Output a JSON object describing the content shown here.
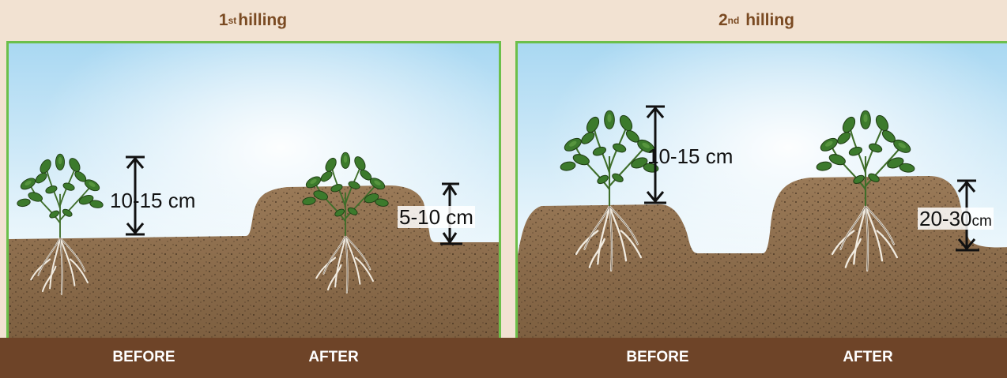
{
  "headers": {
    "first": {
      "num": "1",
      "sup": "st",
      "text": "hilling"
    },
    "second": {
      "num": "2",
      "sup": "nd",
      "text": "hilling"
    }
  },
  "measurements": {
    "p1_before": "10-15 cm",
    "p1_after": "5-10 cm",
    "p2_before": "10-15 cm",
    "p2_after_num": "20-30",
    "p2_after_unit": "cm"
  },
  "footer": {
    "p1_before": "BEFORE",
    "p1_after": "AFTER",
    "p2_before": "BEFORE",
    "p2_after": "AFTER"
  },
  "colors": {
    "accent_green": "#6cbf4a",
    "header_brown": "#7a4a22",
    "footer_brown": "#6e4428",
    "soil": "#8b6b4a",
    "leaf": "#3c7a2c"
  }
}
